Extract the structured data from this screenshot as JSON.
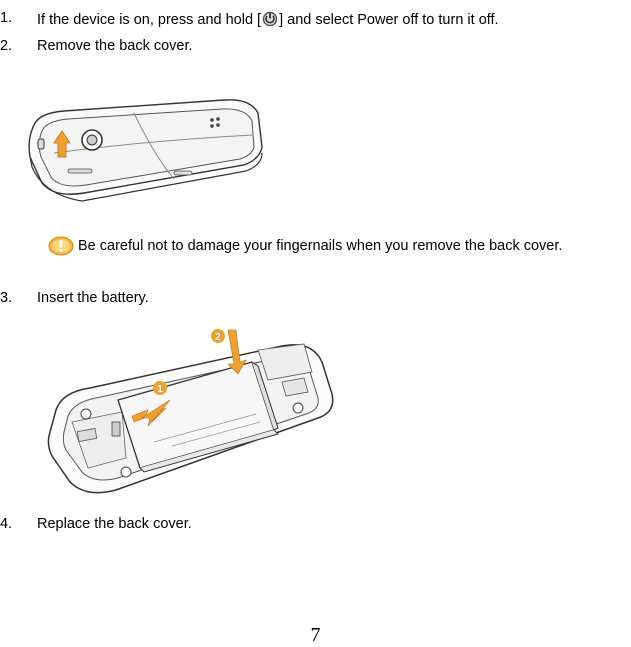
{
  "steps": [
    {
      "num": "1.",
      "text_before": "If the device is on, press and hold [",
      "icon": "power-icon",
      "text_after": "] and select Power off to turn it off."
    },
    {
      "num": "2.",
      "text": "Remove the back cover."
    },
    {
      "num": "3.",
      "text": "Insert the battery."
    },
    {
      "num": "4.",
      "text": "Replace the back cover."
    }
  ],
  "caution": {
    "icon": "caution-icon",
    "text": "Be careful not to damage your fingernails when you remove the back cover."
  },
  "figure2": {
    "callouts": [
      "1",
      "2"
    ]
  },
  "colors": {
    "accent": "#f0a030",
    "line": "#333333"
  },
  "page_number": "7"
}
